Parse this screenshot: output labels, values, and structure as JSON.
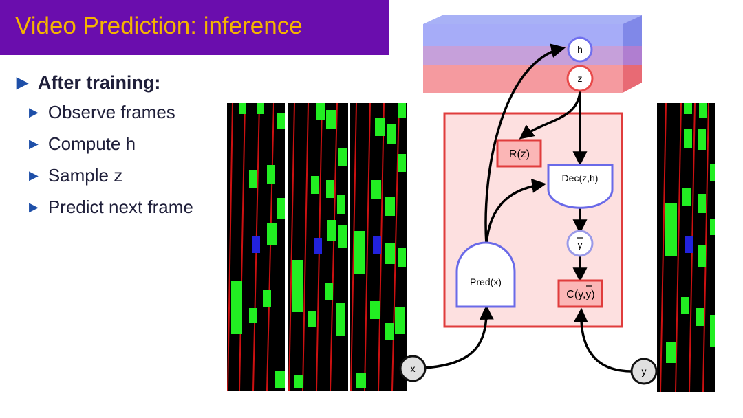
{
  "slide": {
    "title": "Video Prediction: inference",
    "heading": "After training:",
    "steps": [
      "Observe frames",
      "Compute h",
      "Sample z",
      "Predict next frame"
    ]
  },
  "diagram": {
    "latent_h": "h",
    "latent_z": "z",
    "regularizer": "R(z)",
    "decoder": "Dec(z,h)",
    "predictor": "Pred(x)",
    "prediction": "y",
    "cost": "C(y,y)",
    "input": "x",
    "target": "y"
  },
  "colors": {
    "title_bg": "#6a0dad",
    "title_text": "#f5b400",
    "bullet_marker": "#1e4fa8",
    "box_red": "#e03c3c",
    "box_fill": "#fde0e0",
    "module_blue": "#6a6ae8",
    "frame_green": "#22ee22",
    "frame_red": "#cc1111",
    "frame_blue": "#2222dd"
  }
}
